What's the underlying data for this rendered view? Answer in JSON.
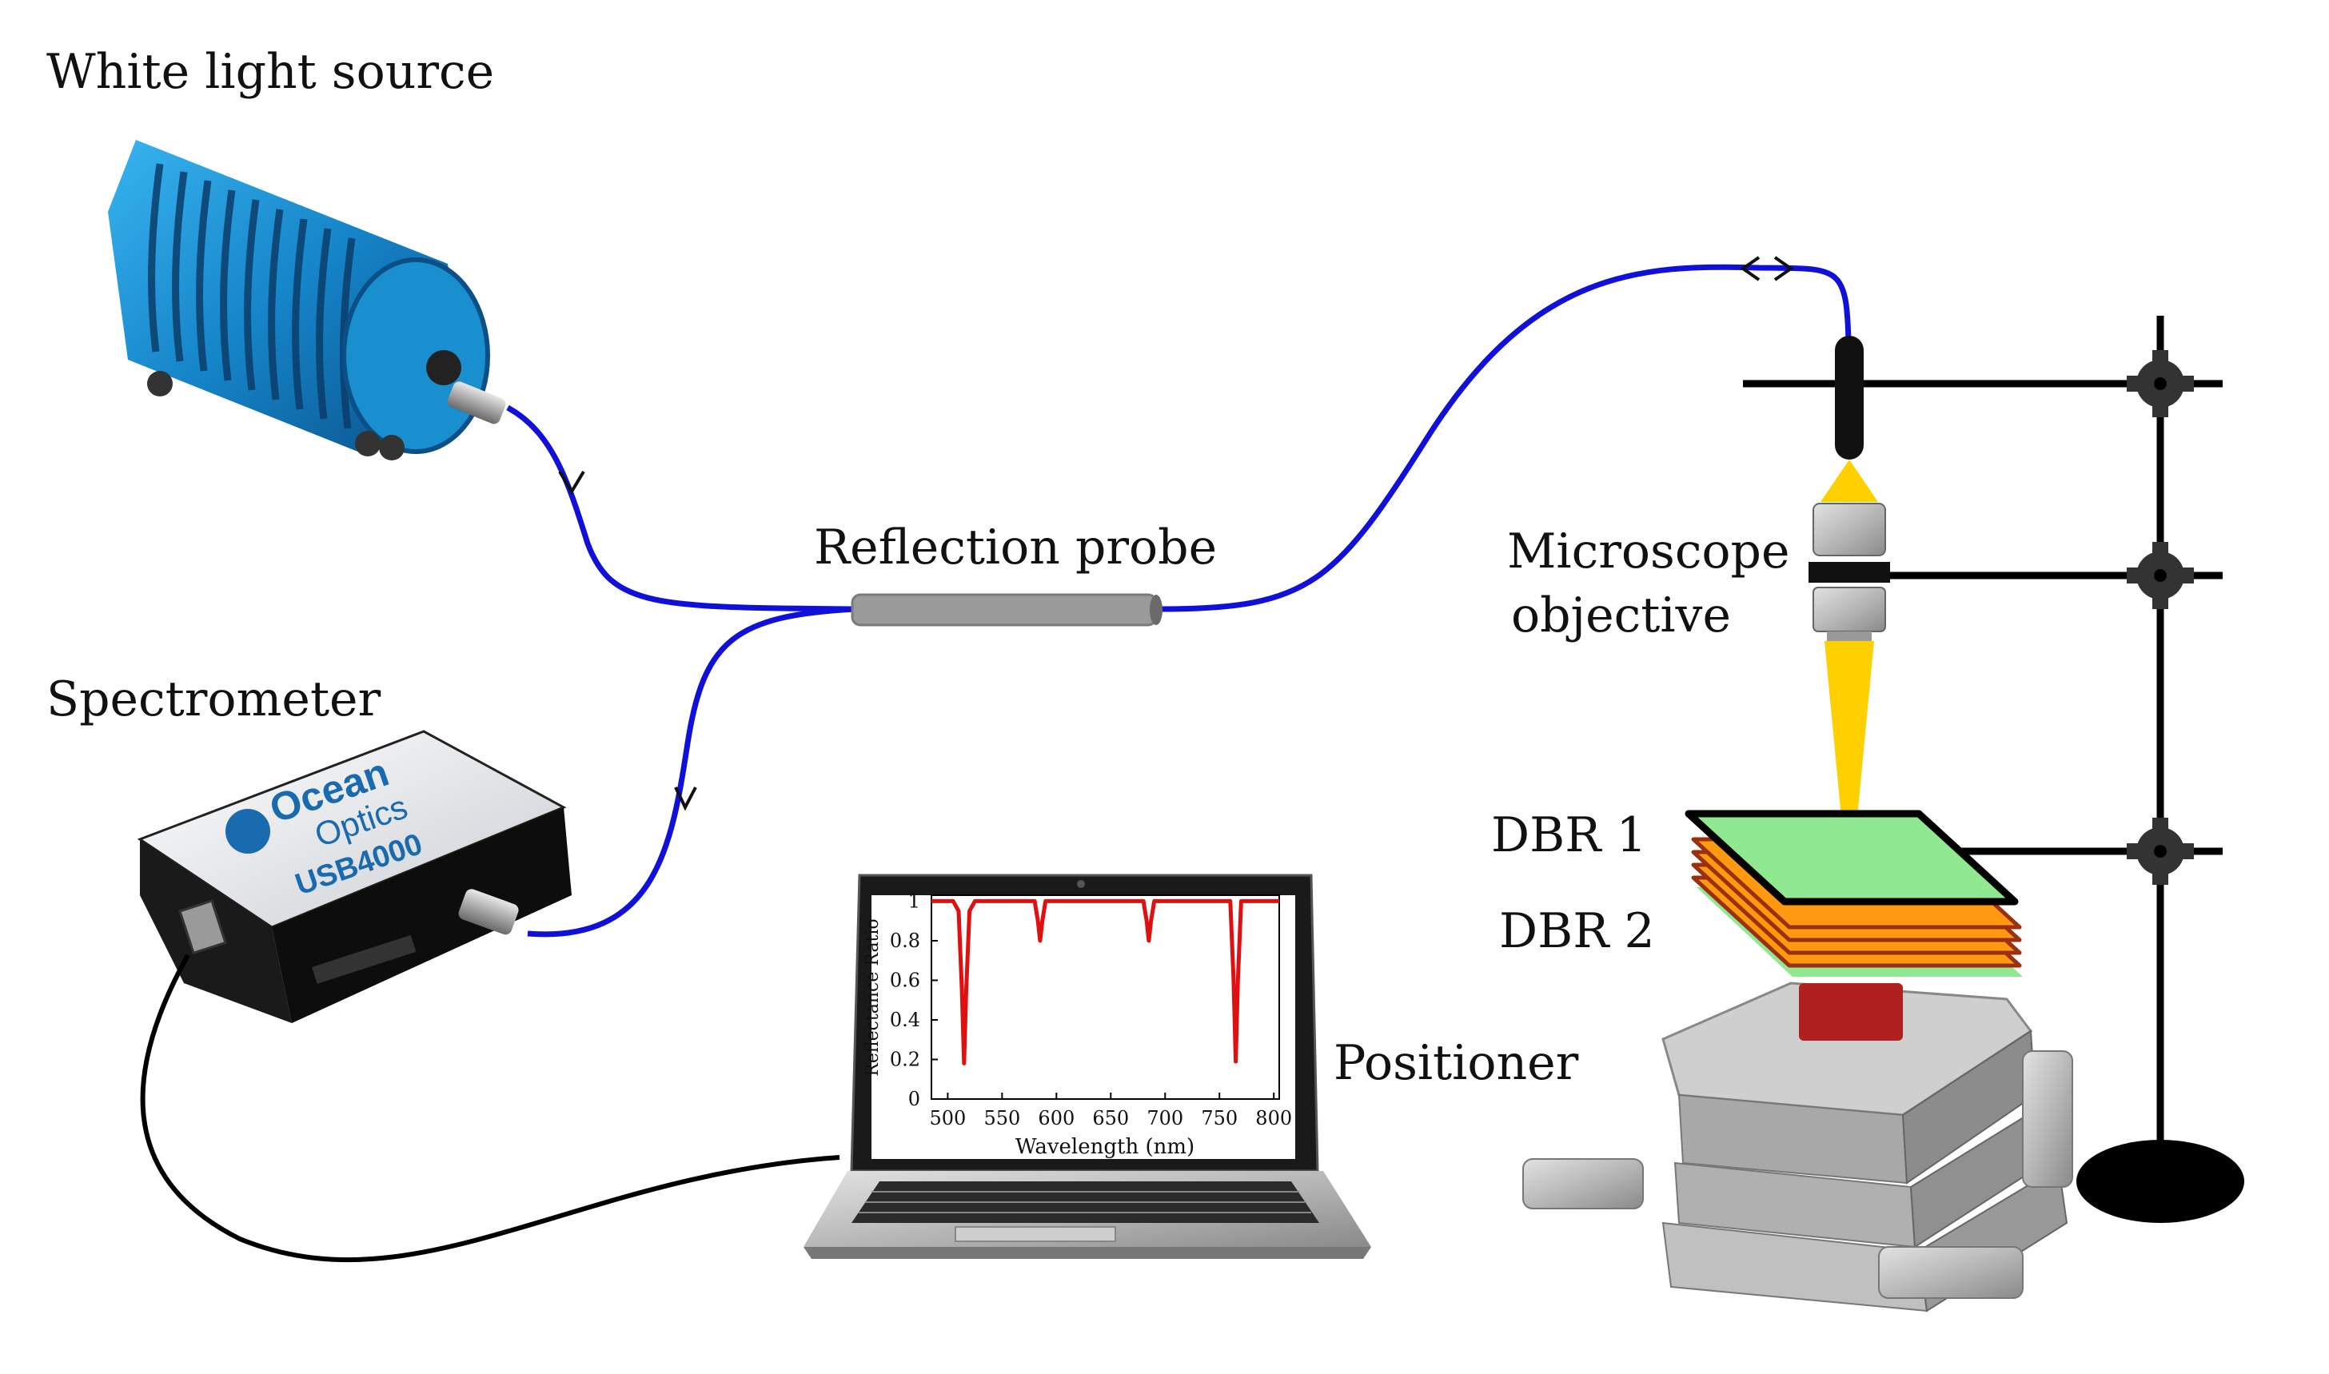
{
  "labels": {
    "white_light_source": "White light source",
    "reflection_probe": "Reflection probe",
    "spectrometer": "Spectrometer",
    "microscope_line1": "Microscope",
    "microscope_line2": "objective",
    "dbr1": "DBR 1",
    "dbr2": "DBR 2",
    "positioner": "Positioner"
  },
  "spectrometer_device": {
    "brand_line1": "Ocean",
    "brand_line2": "Optics",
    "model": "USB4000"
  },
  "colors": {
    "fiber": "#1010d8",
    "cable": "#000000",
    "light_cone": "#ffd000",
    "source_body": "#1a8fd0",
    "probe": "#9a9a9a",
    "dbr_top": "#90e890",
    "dbr_orange": "#ff9a10",
    "dbr_brown": "#9a3010",
    "sample_holder": "#b02020",
    "spectrum_line": "#e01010"
  },
  "chart_data": {
    "type": "line",
    "title": "",
    "xlabel": "Wavelength (nm)",
    "ylabel": "Reflectance Ratio",
    "xlim": [
      485,
      805
    ],
    "ylim": [
      0,
      1.03
    ],
    "xticks": [
      "500",
      "550",
      "600",
      "650",
      "700",
      "750",
      "800"
    ],
    "yticks": [
      "0",
      "0.2",
      "0.4",
      "0.6",
      "0.8",
      "1"
    ],
    "series": [
      {
        "name": "",
        "color": "#e01010",
        "x": [
          485,
          505,
          510,
          513,
          515,
          517,
          520,
          525,
          580,
          583,
          585,
          587,
          590,
          680,
          683,
          685,
          687,
          690,
          760,
          763,
          765,
          767,
          770,
          805
        ],
        "y": [
          1.0,
          1.0,
          0.95,
          0.55,
          0.18,
          0.55,
          0.95,
          1.0,
          1.0,
          0.9,
          0.8,
          0.9,
          1.0,
          1.0,
          0.9,
          0.8,
          0.9,
          1.0,
          1.0,
          0.6,
          0.19,
          0.6,
          1.0,
          1.0
        ]
      }
    ]
  }
}
